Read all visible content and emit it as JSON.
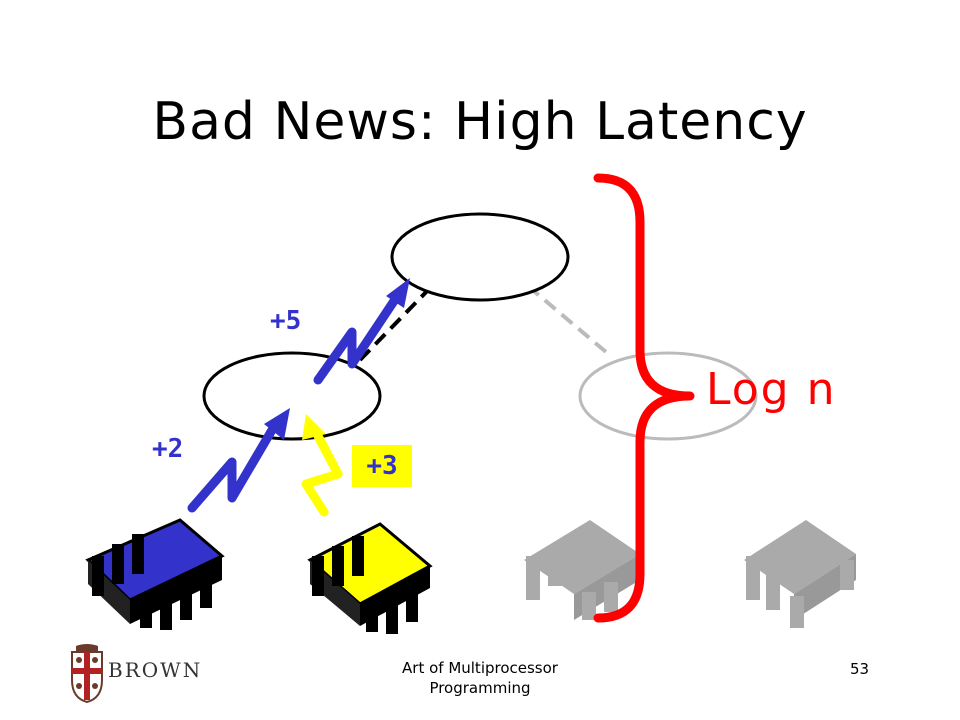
{
  "slide": {
    "title": "Bad News: High Latency",
    "labels": {
      "top_increment": "+5",
      "left_increment": "+2",
      "right_increment": "+3",
      "depth": "Log n"
    },
    "footer": {
      "course_title": "Art of Multiprocessor Programming",
      "page_number": "53",
      "logo_text": "BROWN"
    }
  },
  "colors": {
    "blue_thread": "#3333cc",
    "yellow_thread": "#ffff00",
    "brace": "#ff0000",
    "inactive": "#aaaaaa",
    "text_blue": "#3333cc"
  }
}
